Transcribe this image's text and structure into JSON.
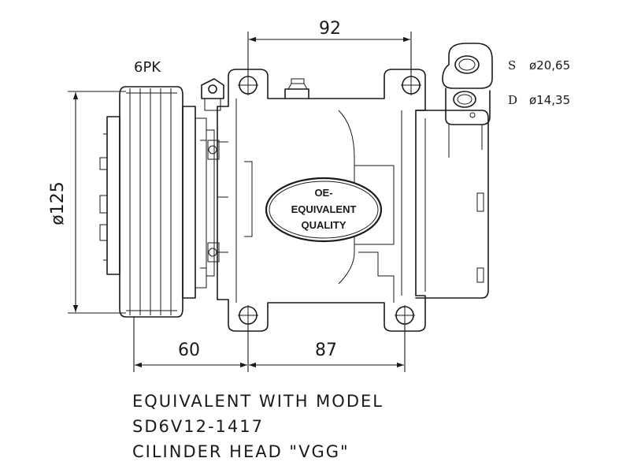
{
  "dimensions": {
    "top_width": "92",
    "belt": "6PK",
    "pulley_diameter": "ø125",
    "front_offset": "60",
    "bottom_width": "87"
  },
  "ports": {
    "suction_letter": "S",
    "suction_value": "ø20,65",
    "discharge_letter": "D",
    "discharge_value": "ø14,35"
  },
  "badge": {
    "line1": "OE-",
    "line2": "EQUIVALENT",
    "line3": "QUALITY"
  },
  "notes": {
    "line1": "EQUIVALENT WITH MODEL",
    "line2": "SD6V12-1417",
    "line3": "CILINDER HEAD \"VGG\""
  }
}
